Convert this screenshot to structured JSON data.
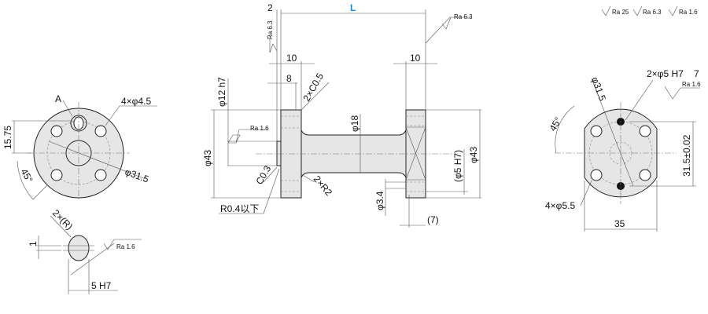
{
  "front_view": {
    "label_a": "A",
    "holes": "4×φ4.5",
    "pcd": "φ31.5",
    "offset": "15.75",
    "angle": "45°"
  },
  "detail_a": {
    "radius": "2×(R)",
    "depth": "1",
    "width": "5 H7",
    "roughness": "Ra 1.6"
  },
  "side_view": {
    "length": "L",
    "step": "2",
    "roughness_left": "Ra 6.3",
    "roughness_right": "Ra 6.3",
    "flange_left": "10",
    "flange_right": "10",
    "spigot_len": "8",
    "chamfer": "2×C0.5",
    "spigot_dia": "φ12 h7",
    "roughness_spigot": "Ra 1.6",
    "outer_dia_left": "φ43",
    "shaft_dia": "φ18",
    "chamfer_small": "C0.3",
    "fillet": "2×R2",
    "corner": "R0.4以下",
    "bore": "(φ5 H7)",
    "outer_dia_right": "φ43",
    "hole_dia": "φ3.4",
    "hole_depth": "(7)"
  },
  "rear_view": {
    "roughness_general": "Ra 25",
    "roughness_paren_1": "Ra 6.3",
    "roughness_paren_2": "Ra 1.6",
    "pin_holes": "2×φ5 H7",
    "pin_depth": "7",
    "roughness_pin": "Ra 1.6",
    "pcd": "φ31.5",
    "angle": "45°",
    "pitch": "31.5±0.02",
    "holes": "4×φ5.5",
    "width": "35"
  },
  "colors": {
    "accent": "#1a8fe0",
    "part_fill": "#e6e6e6"
  }
}
